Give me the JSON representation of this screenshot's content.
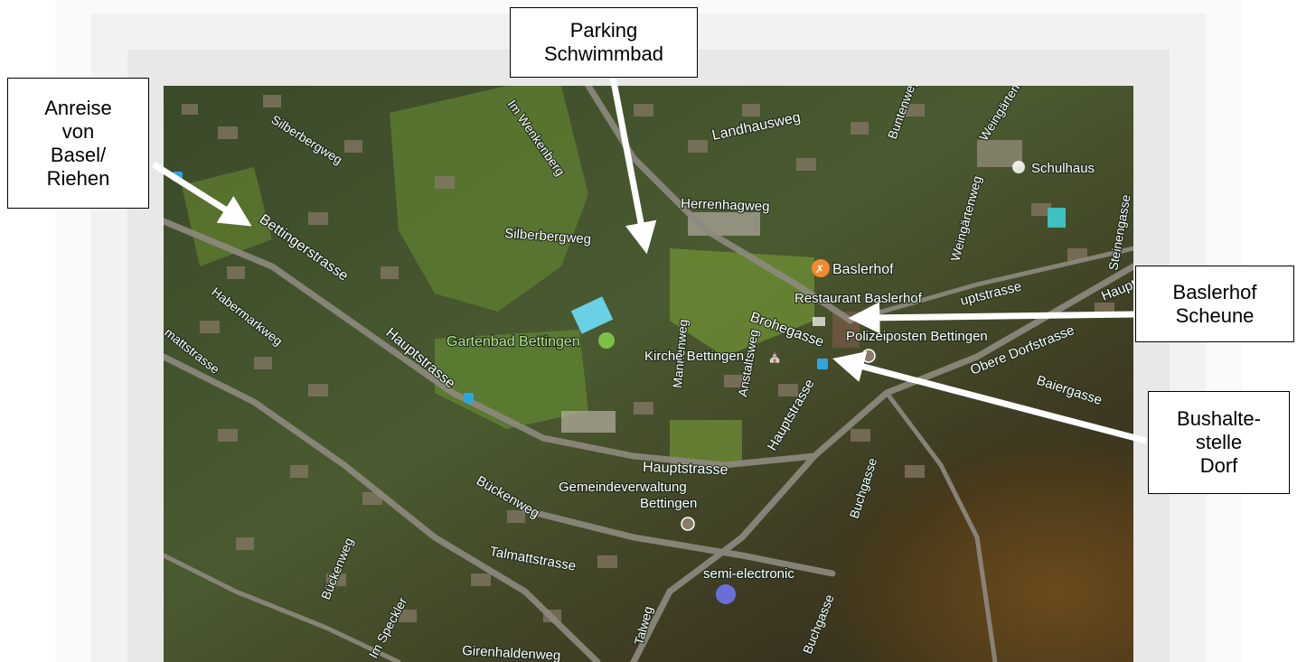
{
  "callouts": {
    "anreise": "Anreise\nvon\nBasel/\nRiehen",
    "parking": "Parking\nSchwimmbad",
    "baslerhof": "Baslerhof\nScheune",
    "bushalt": "Bushalte-\nstelle\nDorf"
  },
  "streets": {
    "silberbergweg_top": "Silberbergweg",
    "im_wenkenberg": "Im Wenkenberg",
    "landhausweg": "Landhausweg",
    "buntenweg": "Buntenweg",
    "weingartenweg_top": "Weingärtenweg",
    "weingartenweg": "Weingärtenweg",
    "steinengasse": "Steinengasse",
    "herrenhagweg": "Herrenhagweg",
    "silberbergweg": "Silberbergweg",
    "bettingerstrasse": "Bettingerstrasse",
    "habermarkweg": "Habermarkweg",
    "talmattstrasse_left": "mattstrasse",
    "hauptstrasse_left": "Hauptstrasse",
    "hauptstrasse_top_right": "uptstrasse",
    "hauptstrasse_far_right": "Haupt",
    "brohegasse": "Brohegasse",
    "hauptstrasse_center": "Hauptstrasse",
    "hauptstrasse_bottom": "Hauptstrasse",
    "obere_dorfstrasse": "Obere Dorfstrasse",
    "baiergasse": "Baiergasse",
    "anstaltsweg": "Anstaltsweg",
    "mannenweg": "Mannenweg",
    "buckenweg": "Bückenweg",
    "buckenweg_lower": "Bückenweg",
    "talmattstrasse": "Talmattstrasse",
    "im_speckler": "Im Speckler",
    "talweg": "Talweg",
    "buchgasse": "Buchgasse",
    "buchgasse_lower": "Buchgasse",
    "girenhaldenweg": "Girenhaldenweg"
  },
  "places": {
    "schulhaus": "Schulhaus",
    "baslerhof": "Baslerhof",
    "restaurant": "Restaurant Baslerhof",
    "polizei": "Polizeiposten Bettingen",
    "gartenbad": "Gartenbad Bettingen",
    "kirche": "Kirche Bettingen",
    "gemeinde1": "Gemeindeverwaltung",
    "gemeinde2": "Bettingen",
    "semi": "semi-electronic"
  },
  "colors": {
    "restaurant_pin": "#f28b30",
    "park_pin": "#7cc146",
    "shop_pin": "#6a6fd8",
    "bus_pin": "#2fa5e0",
    "arrow": "#ffffff"
  }
}
